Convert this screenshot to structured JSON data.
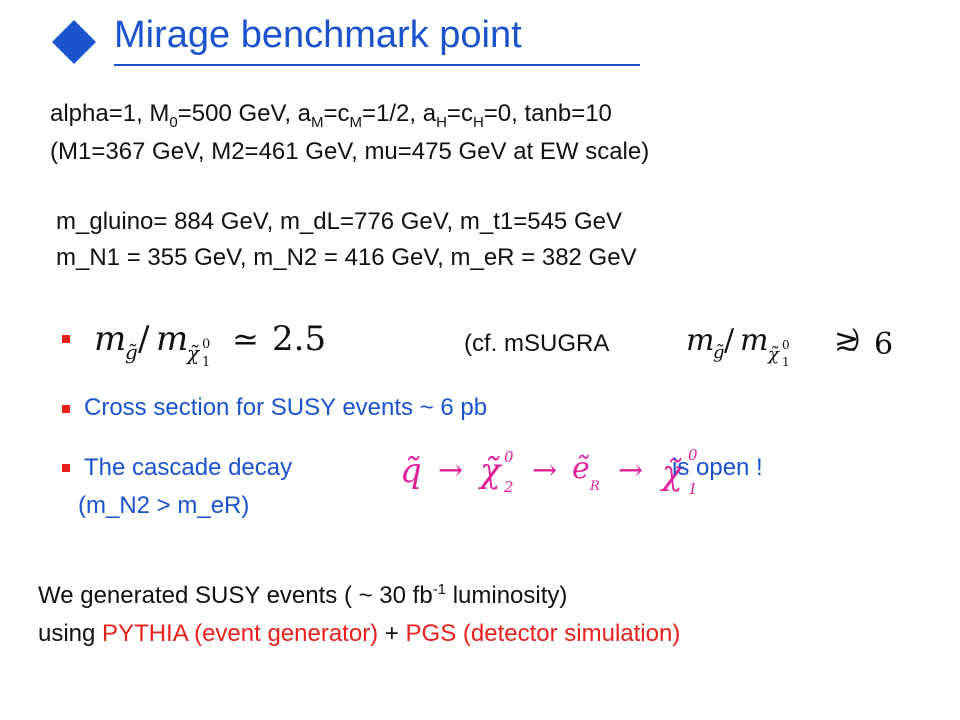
{
  "header": {
    "title": "Mirage benchmark point",
    "bullet_icon": "diamond-icon"
  },
  "params": {
    "l1": {
      "a": "alpha=1, M",
      "b": "0",
      "c": "=500 GeV, a",
      "d": "M",
      "e": "=c",
      "f": "M",
      "g": "=1/2, a",
      "h": "H",
      "i": "=c",
      "j": "H",
      "k": "=0, tanb=10"
    },
    "l2": "(M1=367 GeV, M2=461 GeV, mu=475 GeV  at EW scale)"
  },
  "masses": {
    "l1": "m_gluino= 884 GeV,  m_dL=776 GeV, m_t1=545 GeV",
    "l2": "m_N1 = 355 GeV,  m_N2 = 416 GeV,  m_eR = 382 GeV"
  },
  "ratio": {
    "value": "2.5",
    "mirage_op": "≃",
    "msugra_op": "≳",
    "msugra_value": "6",
    "cf": "(cf. mSUGRA",
    "close": ")"
  },
  "cross_section": "Cross section for SUSY events ~ 6 pb",
  "cascade": {
    "label": "The cascade decay",
    "tail": "is open !",
    "condition": "(m_N2 > m_eR)"
  },
  "generated": {
    "line1_a": "We generated SUSY events ( ~ 30 fb",
    "line1_sup": "-1",
    "line1_b": " luminosity)",
    "line2_a": "using ",
    "pythia": "PYTHIA (event generator)",
    "plus": " + ",
    "pgs": "PGS (detector simulation)"
  },
  "colors": {
    "blue": "#1a53cc",
    "red": "#e8201c",
    "magenta": "#e0209a",
    "text": "#111111"
  }
}
